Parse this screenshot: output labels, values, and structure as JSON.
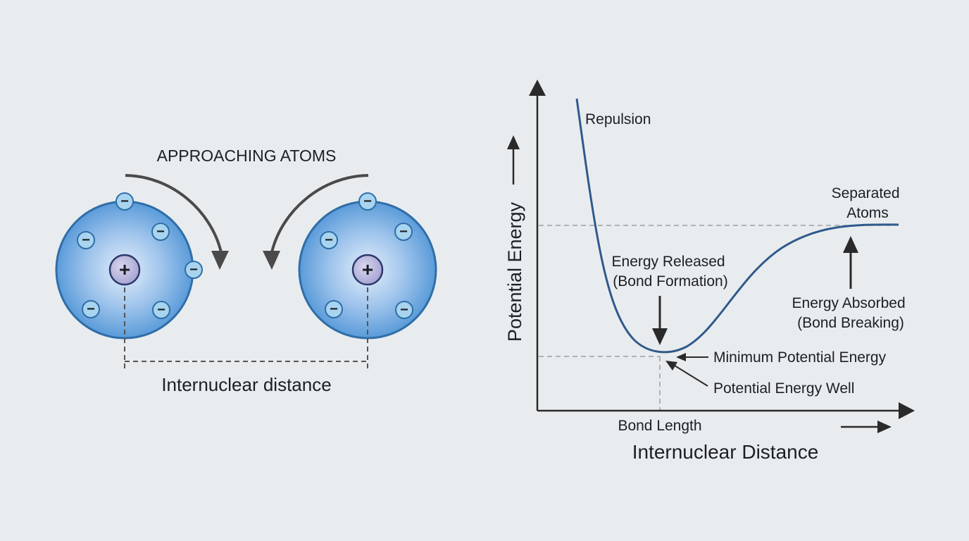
{
  "colors": {
    "background": "#e9ecee",
    "atom_fill_center": "#e4eefa",
    "atom_fill_edge": "#5a9bd9",
    "atom_stroke": "#2f6ea8",
    "electron_fill": "#a8d4ef",
    "nucleus_fill": "#b9b6dd",
    "curve": "#2f5a8c",
    "axis": "#2a2a2a",
    "guide": "#9aa0a6"
  },
  "left_panel": {
    "title": "APPROACHING ATOMS",
    "distance_label": "Internuclear distance",
    "nucleus_symbol": "+",
    "electron_symbol": "−"
  },
  "graph": {
    "y_axis_label": "Potential Energy",
    "x_axis_label": "Internuclear Distance",
    "bond_length_label": "Bond Length",
    "repulsion_label": "Repulsion",
    "separated_label_line1": "Separated",
    "separated_label_line2": "Atoms",
    "released_line1": "Energy Released",
    "released_line2": "(Bond Formation)",
    "absorbed_line1": "Energy Absorbed",
    "absorbed_line2": "(Bond Breaking)",
    "minimum_label": "Minimum Potential Energy",
    "well_label": "Potential Energy Well"
  }
}
